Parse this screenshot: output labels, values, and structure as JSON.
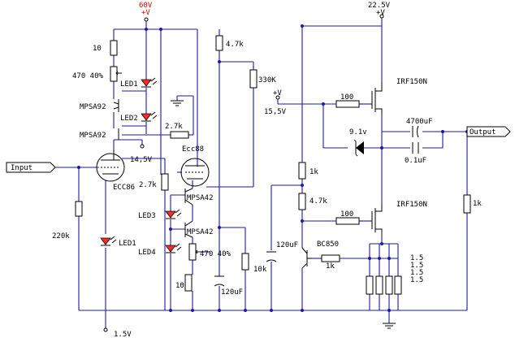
{
  "supplies": {
    "v60_value": "60V",
    "v60_node": "+V",
    "v225_value": "22.5V",
    "v225_node": "+V",
    "vplus_mid": "+V",
    "v155": "15,5V",
    "v145": "14,5V",
    "v15": "1.5V"
  },
  "ports": {
    "input": "Input",
    "output": "Output"
  },
  "tubes": {
    "left": "ECC86",
    "right": "Ecc88"
  },
  "transistors": {
    "q1": "MPSA92",
    "q2": "MPSA92",
    "q3": "MPSA42",
    "q4": "MPSA42",
    "q5": "BC850"
  },
  "mosfets": {
    "upper": "IRF150N",
    "lower": "IRF150N"
  },
  "leds": {
    "led1_top": "LED1",
    "led2": "LED2",
    "led3": "LED3",
    "led4": "LED4",
    "led1_bottom": "LED1"
  },
  "resistors": {
    "r10_top": "10",
    "r470_top": "470 40%",
    "r27k_a": "2.7k",
    "r27k_b": "2.7k",
    "r220k": "220k",
    "r47k_top": "4.7k",
    "r330k": "330K",
    "r100_top": "100",
    "r1k_mid": "1k",
    "r47k_mid": "4.7k",
    "r100_bot": "100",
    "r470_bot": "470 40%",
    "r10_bot": "10",
    "r10k": "10k",
    "r1k_base": "1k",
    "r1k_out": "1k",
    "r15_1": "1.5",
    "r15_2": "1.5",
    "r15_3": "1.5",
    "r15_4": "1.5"
  },
  "capacitors": {
    "c4700": "4700uF",
    "c01": "0.1uF",
    "c120_a": "120uF",
    "c120_b": "120uF"
  },
  "zener": {
    "value": "9.1v"
  },
  "colors": {
    "wire": "#1a1aa8",
    "supply_red": "#e00000",
    "led_red": "#ff2a2a"
  }
}
